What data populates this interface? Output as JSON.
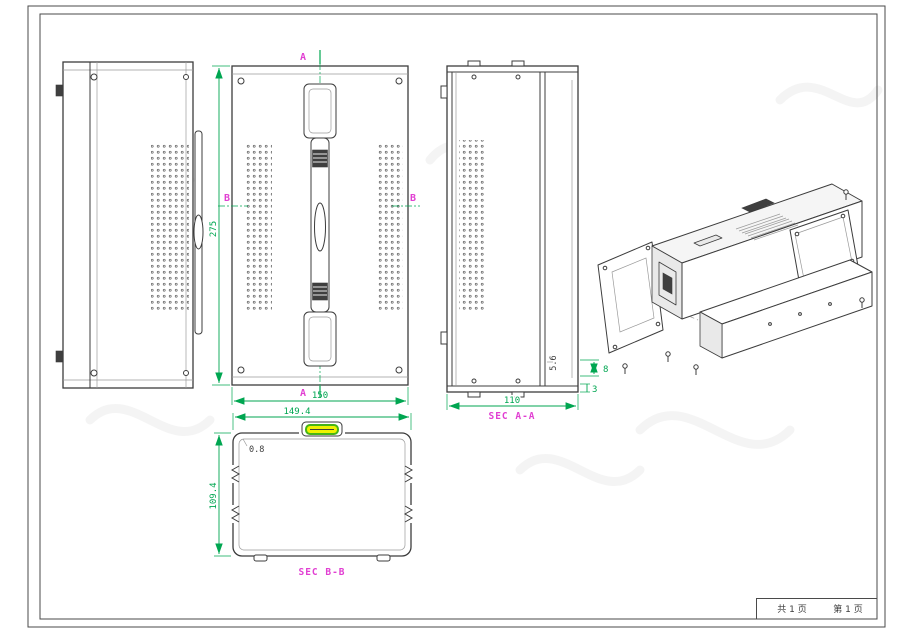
{
  "sheet": {
    "footer_total": "共 1 页",
    "footer_page": "第 1 页"
  },
  "front_view": {
    "dim_height": "275",
    "dim_width": "150",
    "marker_a_top": "A",
    "marker_a_bottom": "A",
    "marker_b_left": "B",
    "marker_b_right": "B"
  },
  "section_aa": {
    "label": "SEC A-A",
    "dim_width": "110",
    "dim_wall": "5.6",
    "dim_offset": "3",
    "dim_flange": "8"
  },
  "section_bb": {
    "label": "SEC B-B",
    "dim_width": "149.4",
    "dim_height": "109.4",
    "dim_thickness": "0.8"
  },
  "colors": {
    "dimension_green": "#00a651",
    "section_magenta": "#e13fd2",
    "latch_green": "#46b515",
    "latch_yellow": "#eef200",
    "line": "#3c3c3c"
  }
}
